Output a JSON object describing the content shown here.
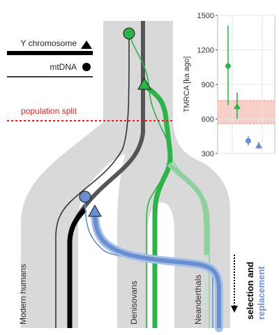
{
  "legend": {
    "y_chromosome": "Y chromosome",
    "mtdna": "mtDNA"
  },
  "population_split": "population split",
  "lineages": {
    "modern": "Modern humans",
    "denisovans": "Denisovans",
    "neanderthals": "Neanderthals"
  },
  "selection": {
    "line1": "selection and",
    "line2": "replacement"
  },
  "colors": {
    "gray_band": "#d9d9d9",
    "black": "#000000",
    "dark_gray": "#555555",
    "green": "#2db34a",
    "light_green": "#8fd19e",
    "blue": "#6a8fd0",
    "light_blue": "#a9bfe6",
    "red_split": "#e02020",
    "shade": "#f7c8c0"
  },
  "chart_data": {
    "type": "scatter",
    "ylabel": "TMRCA [ka ago]",
    "ylim": [
      300,
      1500
    ],
    "yticks": [
      300,
      600,
      900,
      1200,
      1500
    ],
    "shaded_band": [
      560,
      760
    ],
    "points": [
      {
        "marker": "circle",
        "color": "green",
        "value": 1060,
        "low": 720,
        "high": 1410
      },
      {
        "marker": "triangle",
        "color": "green",
        "value": 710,
        "low": 600,
        "high": 830
      },
      {
        "marker": "circle",
        "color": "blue",
        "value": 410,
        "low": 370,
        "high": 450
      },
      {
        "marker": "triangle",
        "color": "blue",
        "value": 370,
        "low": 340,
        "high": 400
      }
    ]
  }
}
